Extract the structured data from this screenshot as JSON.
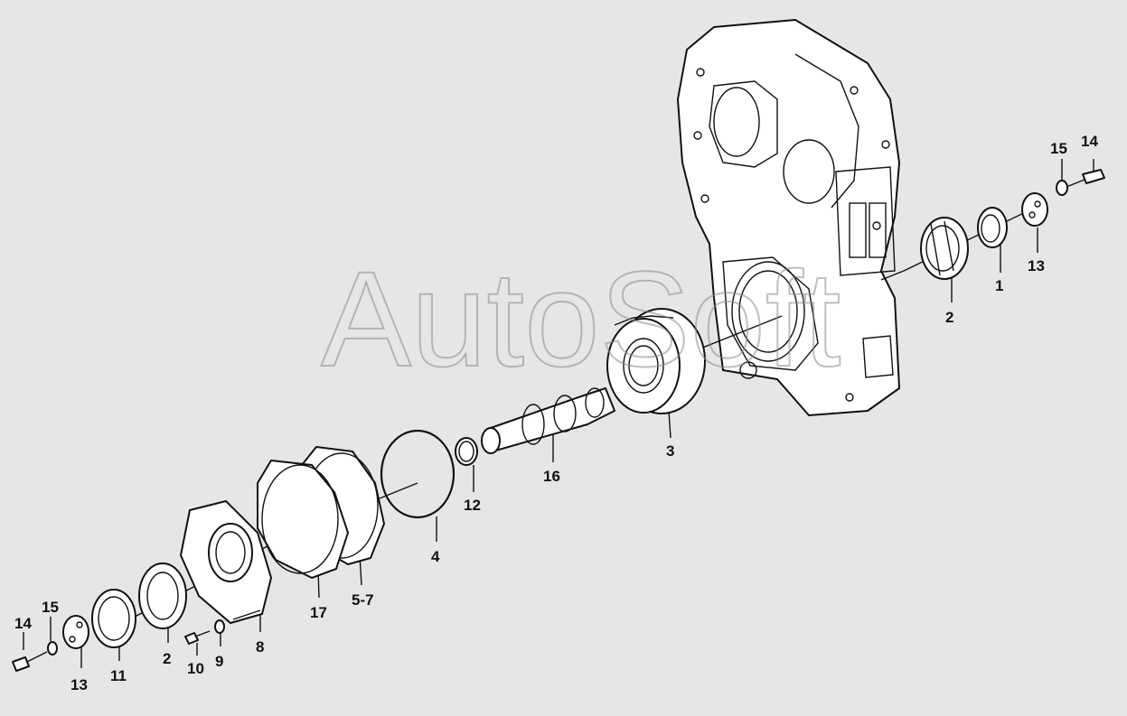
{
  "watermark": "AutoSoft",
  "callouts": [
    "1",
    "2",
    "3",
    "4",
    "5-7",
    "8",
    "9",
    "10",
    "11",
    "12",
    "13",
    "14",
    "15",
    "16",
    "17"
  ],
  "labels": {
    "l14_right": "14",
    "l15_right": "15",
    "l13_right": "13",
    "l1": "1",
    "l2_right": "2",
    "l3": "3",
    "l16": "16",
    "l12": "12",
    "l4": "4",
    "l5_7": "5-7",
    "l17": "17",
    "l8": "8",
    "l9": "9",
    "l10": "10",
    "l2_left": "2",
    "l11": "11",
    "l13_left": "13",
    "l15_left": "15",
    "l14_left": "14"
  }
}
